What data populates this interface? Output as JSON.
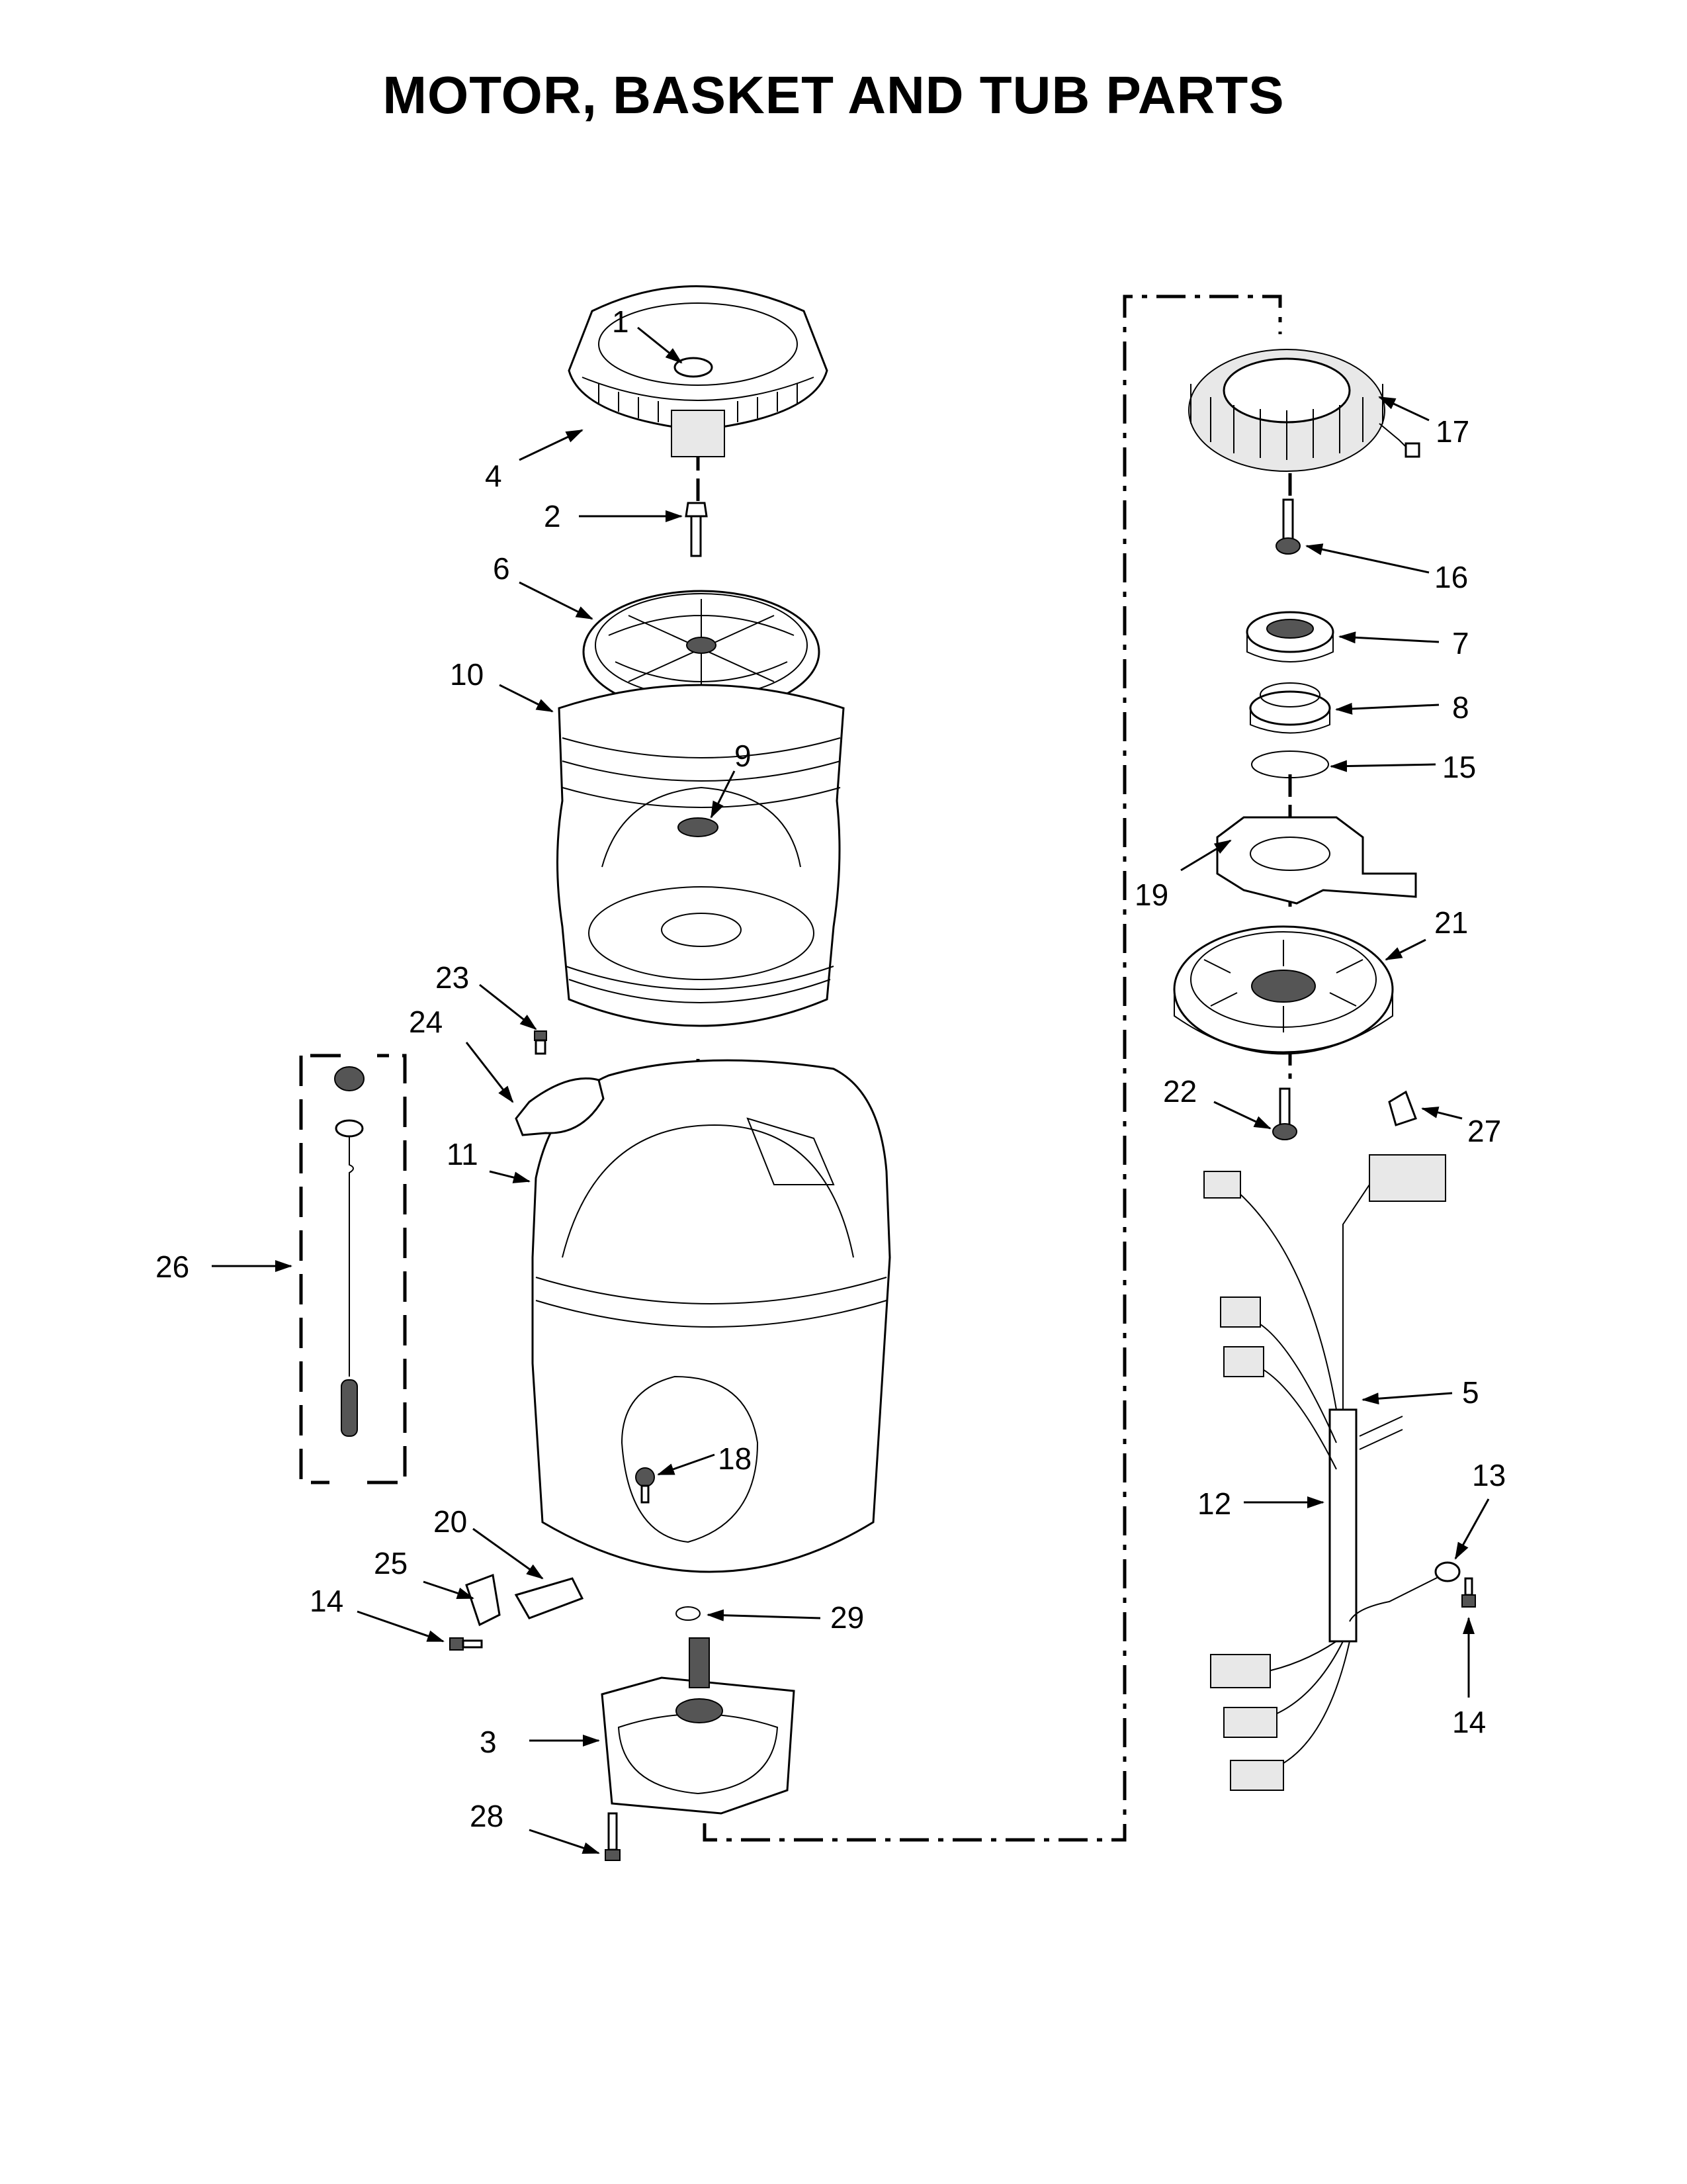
{
  "title": "MOTOR, BASKET AND TUB PARTS",
  "callouts": {
    "c1": "1",
    "c2": "2",
    "c3": "3",
    "c4": "4",
    "c5": "5",
    "c6": "6",
    "c7": "7",
    "c8": "8",
    "c9": "9",
    "c10": "10",
    "c11": "11",
    "c12": "12",
    "c13": "13",
    "c14a": "14",
    "c14b": "14",
    "c15": "15",
    "c16": "16",
    "c17": "17",
    "c18": "18",
    "c19": "19",
    "c20": "20",
    "c21": "21",
    "c22": "22",
    "c23": "23",
    "c24": "24",
    "c25": "25",
    "c26": "26",
    "c27": "27",
    "c28": "28",
    "c29": "29"
  }
}
